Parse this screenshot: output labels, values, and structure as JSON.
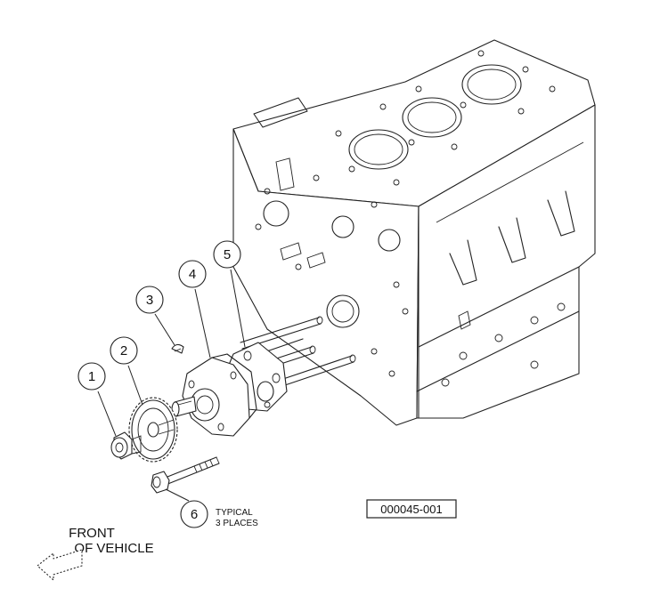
{
  "callouts": [
    {
      "number": "1"
    },
    {
      "number": "2"
    },
    {
      "number": "3"
    },
    {
      "number": "4"
    },
    {
      "number": "5"
    },
    {
      "number": "6"
    }
  ],
  "note": {
    "line1": "TYPICAL",
    "line2": "3 PLACES"
  },
  "front_label": {
    "line1": "FRONT",
    "line2": "OF VEHICLE"
  },
  "reference_number": "000045-001"
}
